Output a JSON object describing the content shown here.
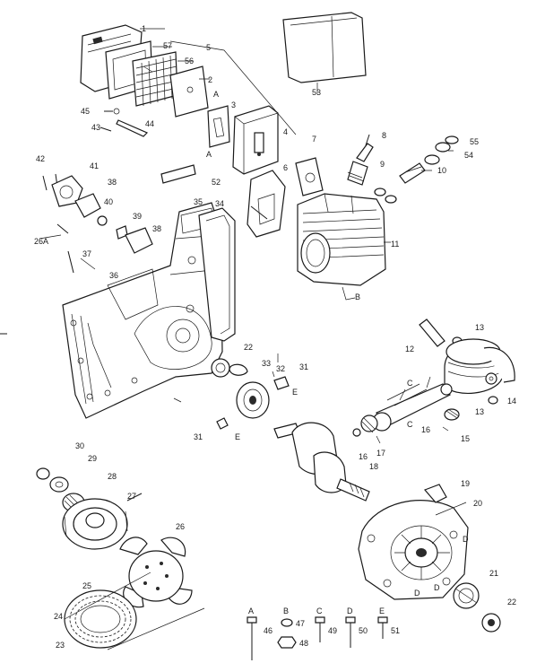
{
  "parts": {
    "p1": "1",
    "p57": "57",
    "p56": "56",
    "p2": "2",
    "p5": "5",
    "p53": "53",
    "p45": "45",
    "p44": "44",
    "p43": "43",
    "pA1": "A",
    "pA2": "A",
    "p3": "3",
    "p4": "4",
    "p7": "7",
    "p8": "8",
    "p55": "55",
    "p9": "9",
    "p54": "54",
    "p10": "10",
    "p42": "42",
    "p41": "41",
    "p52": "52",
    "p38a": "38",
    "p40": "40",
    "p6": "6",
    "p35": "35",
    "p34": "34",
    "p39": "39",
    "p38b": "38",
    "p11": "11",
    "p26A": "26A",
    "p37": "37",
    "p36": "36",
    "pB1": "B",
    "p13a": "13",
    "p12": "12",
    "p22a": "22",
    "p33": "33",
    "p32": "32",
    "p31a": "31",
    "pE1": "E",
    "pC1": "C",
    "p14": "14",
    "p13b": "13",
    "pC2": "C",
    "p31b": "31",
    "pE2": "E",
    "p16a": "16",
    "p17": "17",
    "p16b": "16",
    "p15": "15",
    "p18": "18",
    "p30": "30",
    "p29": "29",
    "p28": "28",
    "p27": "27",
    "p19": "19",
    "p20": "20",
    "p26": "26",
    "pD1": "D",
    "p25": "25",
    "pD2": "D",
    "pD3": "D",
    "p21": "21",
    "p22b": "22",
    "p24": "24",
    "p23": "23"
  },
  "legend": {
    "A": "A",
    "n46": "46",
    "B": "B",
    "n47": "47",
    "n48": "48",
    "C": "C",
    "n49": "49",
    "D": "D",
    "n50": "50",
    "E": "E",
    "n51": "51"
  }
}
